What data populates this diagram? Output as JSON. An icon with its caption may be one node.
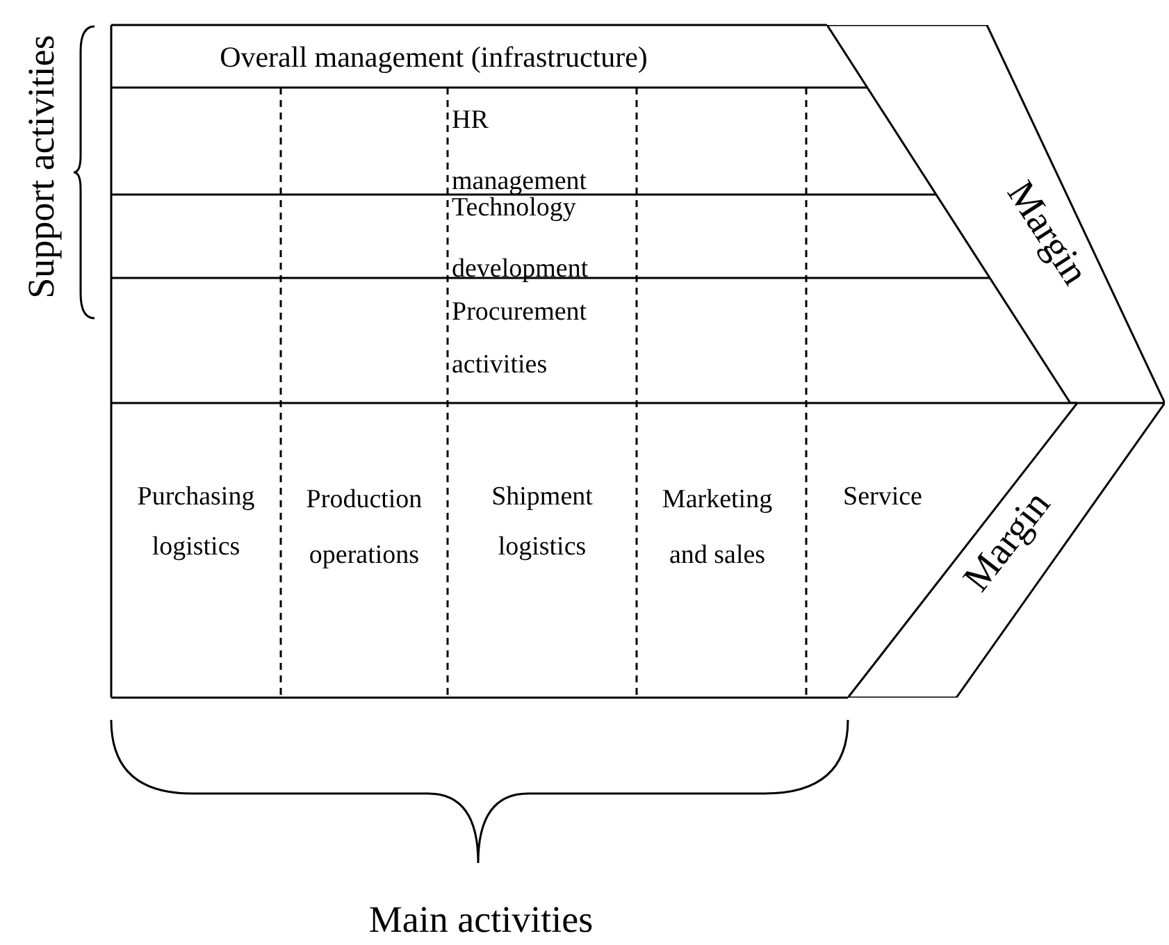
{
  "diagram": {
    "nodes": [
      {
        "text": [
          "Overall management (infrastructure)"
        ]
      },
      {
        "text": [
          "HR management"
        ]
      },
      {
        "text": [
          "Technology development"
        ]
      },
      {
        "text": [
          "Procurement activities"
        ]
      },
      {
        "text": [
          "Purchasing logistics"
        ]
      },
      {
        "text": [
          "Production operations"
        ]
      },
      {
        "text": [
          "Shipment logistics"
        ]
      },
      {
        "text": [
          "Marketing and sales"
        ]
      },
      {
        "text": [
          "Service"
        ]
      },
      {
        "text": [
          "Margin"
        ]
      },
      {
        "text": [
          "Margin"
        ]
      }
    ],
    "labels": [
      "Support activities",
      "Main activities"
    ]
  }
}
